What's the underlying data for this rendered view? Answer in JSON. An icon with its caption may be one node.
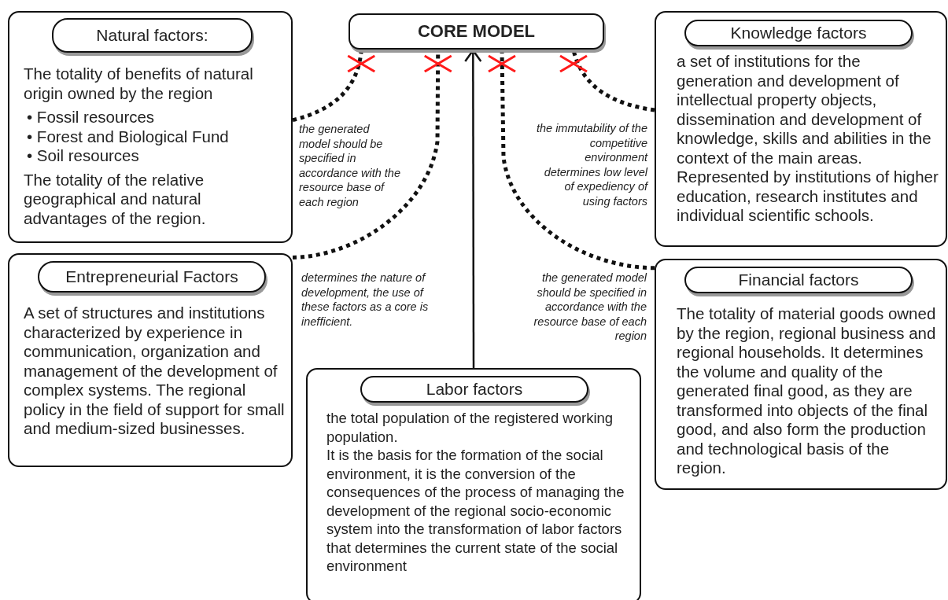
{
  "diagram": {
    "nodes": [
      {
        "text": [
          "Natural factors:",
          "The totality of benefits of natural origin owned by the region",
          "• Fossil resources",
          "• Forest and Biological Fund",
          "• Soil resources",
          "The totality of the relative geographical and natural advantages of the region."
        ]
      },
      {
        "text": [
          "CORE MODEL"
        ]
      },
      {
        "text": [
          "Knowledge factors",
          "a set of institutions for the generation and development of intellectual property objects, dissemination and development of knowledge, skills and abilities in the context of the main areas. Represented by institutions of higher education, research institutes and individual scientific schools."
        ]
      },
      {
        "text": [
          "Entrepreneurial Factors",
          "A set of structures and institutions characterized by experience in communication, organization and management of the development of complex systems. The regional policy in the field of support for small and medium-sized businesses."
        ]
      },
      {
        "text": [
          "Financial factors",
          "The totality of material goods owned by the region, regional business and regional households. It determines the volume and quality of the generated final good, as they are transformed into objects of the final good, and also form the production and technological basis of the region."
        ]
      },
      {
        "text": [
          "Labor factors",
          "the total population of the registered working population.",
          "It is the basis for the formation of the social environment, it is the conversion of the consequences of the process of managing the development of the regional socio-economic system into the transformation of labor factors that determines the current state of the social environment"
        ]
      }
    ],
    "edges": [
      {
        "from": 0,
        "to": 1,
        "arrow": "other",
        "style": "dashed",
        "label": "the generated model should be specified in accordance with the resource base of each region"
      },
      {
        "from": 3,
        "to": 1,
        "arrow": "other",
        "style": "dashed",
        "label": "determines the nature of development, the use of these factors as a core is inefficient."
      },
      {
        "from": 4,
        "to": 1,
        "arrow": "other",
        "style": "dashed",
        "label": "the generated model should be specified in accordance with the resource base of each region"
      },
      {
        "from": 2,
        "to": 1,
        "arrow": "other",
        "style": "dashed",
        "label": "the immutability of the competitive environment determines low level of expediency of using factors"
      },
      {
        "from": 5,
        "to": 1,
        "arrow": "to"
      }
    ]
  }
}
